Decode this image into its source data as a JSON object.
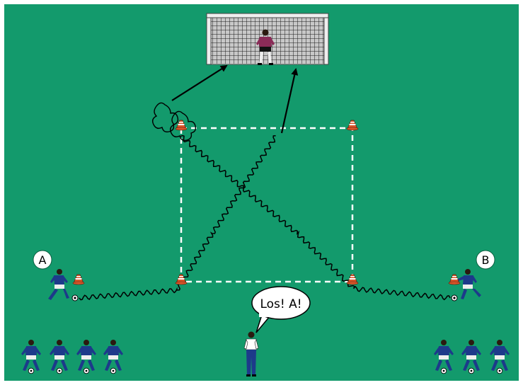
{
  "labels": {
    "group_a": "A",
    "group_b": "B",
    "coach_speech": "Los! A!"
  },
  "colors": {
    "pitch": "#139a6c",
    "pitch_border": "#ffffff",
    "cone": "#d9562a",
    "jersey": "#1d3a8a",
    "dribble_path": "#000000",
    "square_line": "#ffffff"
  },
  "icons": {
    "goal": "goal-icon",
    "goalkeeper": "goalkeeper-icon",
    "player": "player-icon",
    "cone": "cone-icon",
    "ball": "ball-icon",
    "coach": "coach-icon"
  }
}
